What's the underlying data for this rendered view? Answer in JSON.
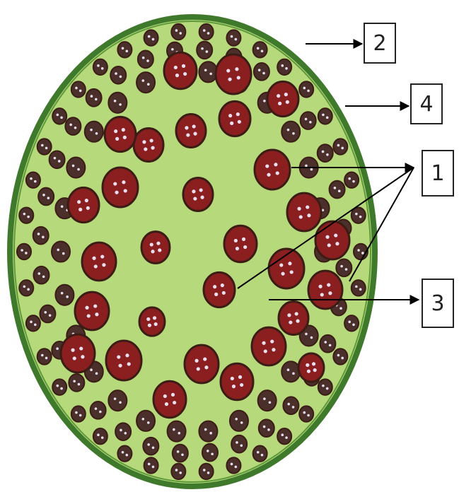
{
  "labels": {
    "one": "1",
    "two": "2",
    "three": "3",
    "four": "4"
  },
  "colors": {
    "ground_tissue": "#b6d97c",
    "epidermis": "#3f7a2c",
    "bundle_outer": "#3b1d15",
    "bundle_fill": "#8b1e1e",
    "small_bundle_fill": "#4a2f2a",
    "arrow": "#000000"
  }
}
